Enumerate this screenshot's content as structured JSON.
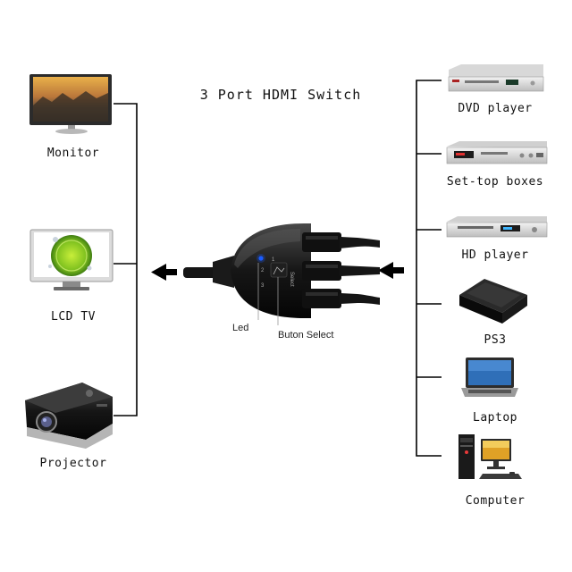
{
  "title": "3 Port HDMI Switch",
  "outputs": [
    {
      "label": "Monitor",
      "icon": "monitor-icon"
    },
    {
      "label": "LCD TV",
      "icon": "lcd-tv-icon"
    },
    {
      "label": "Projector",
      "icon": "projector-icon"
    }
  ],
  "inputs": [
    {
      "label": "DVD player",
      "icon": "dvd-player-icon"
    },
    {
      "label": "Set-top boxes",
      "icon": "set-top-box-icon"
    },
    {
      "label": "HD player",
      "icon": "hd-player-icon"
    },
    {
      "label": "PS3",
      "icon": "ps3-console-icon"
    },
    {
      "label": "Laptop",
      "icon": "laptop-icon"
    },
    {
      "label": "Computer",
      "icon": "computer-icon"
    }
  ],
  "switch": {
    "led_label": "Led",
    "button_label": "Buton Select",
    "port_marks": [
      "1",
      "2",
      "3"
    ],
    "select_text": "Select",
    "led_color": "#1a5cff"
  },
  "colors": {
    "line": "#000000",
    "arrow": "#000000"
  }
}
